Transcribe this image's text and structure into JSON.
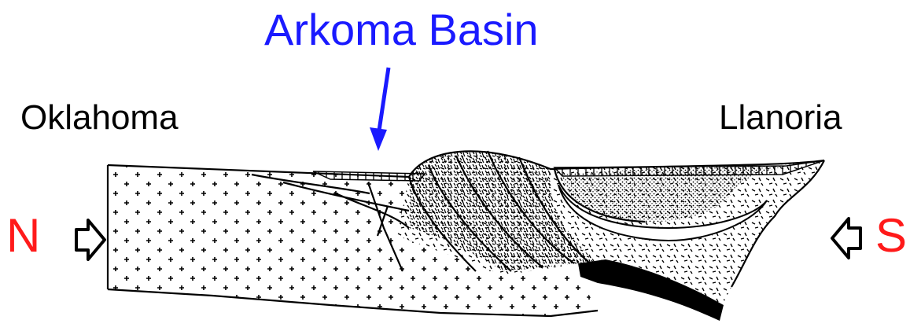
{
  "title": "Arkoma Basin",
  "left_region": "Oklahoma",
  "right_region": "Llanoria",
  "left_direction": "N",
  "right_direction": "S",
  "colors": {
    "title": "#1a1aff",
    "direction": "#ff1a1a",
    "ink": "#000000"
  },
  "icons": {
    "title_pointer": "arrow-down",
    "compression_left": "outline-arrow-right",
    "compression_right": "outline-arrow-left"
  }
}
